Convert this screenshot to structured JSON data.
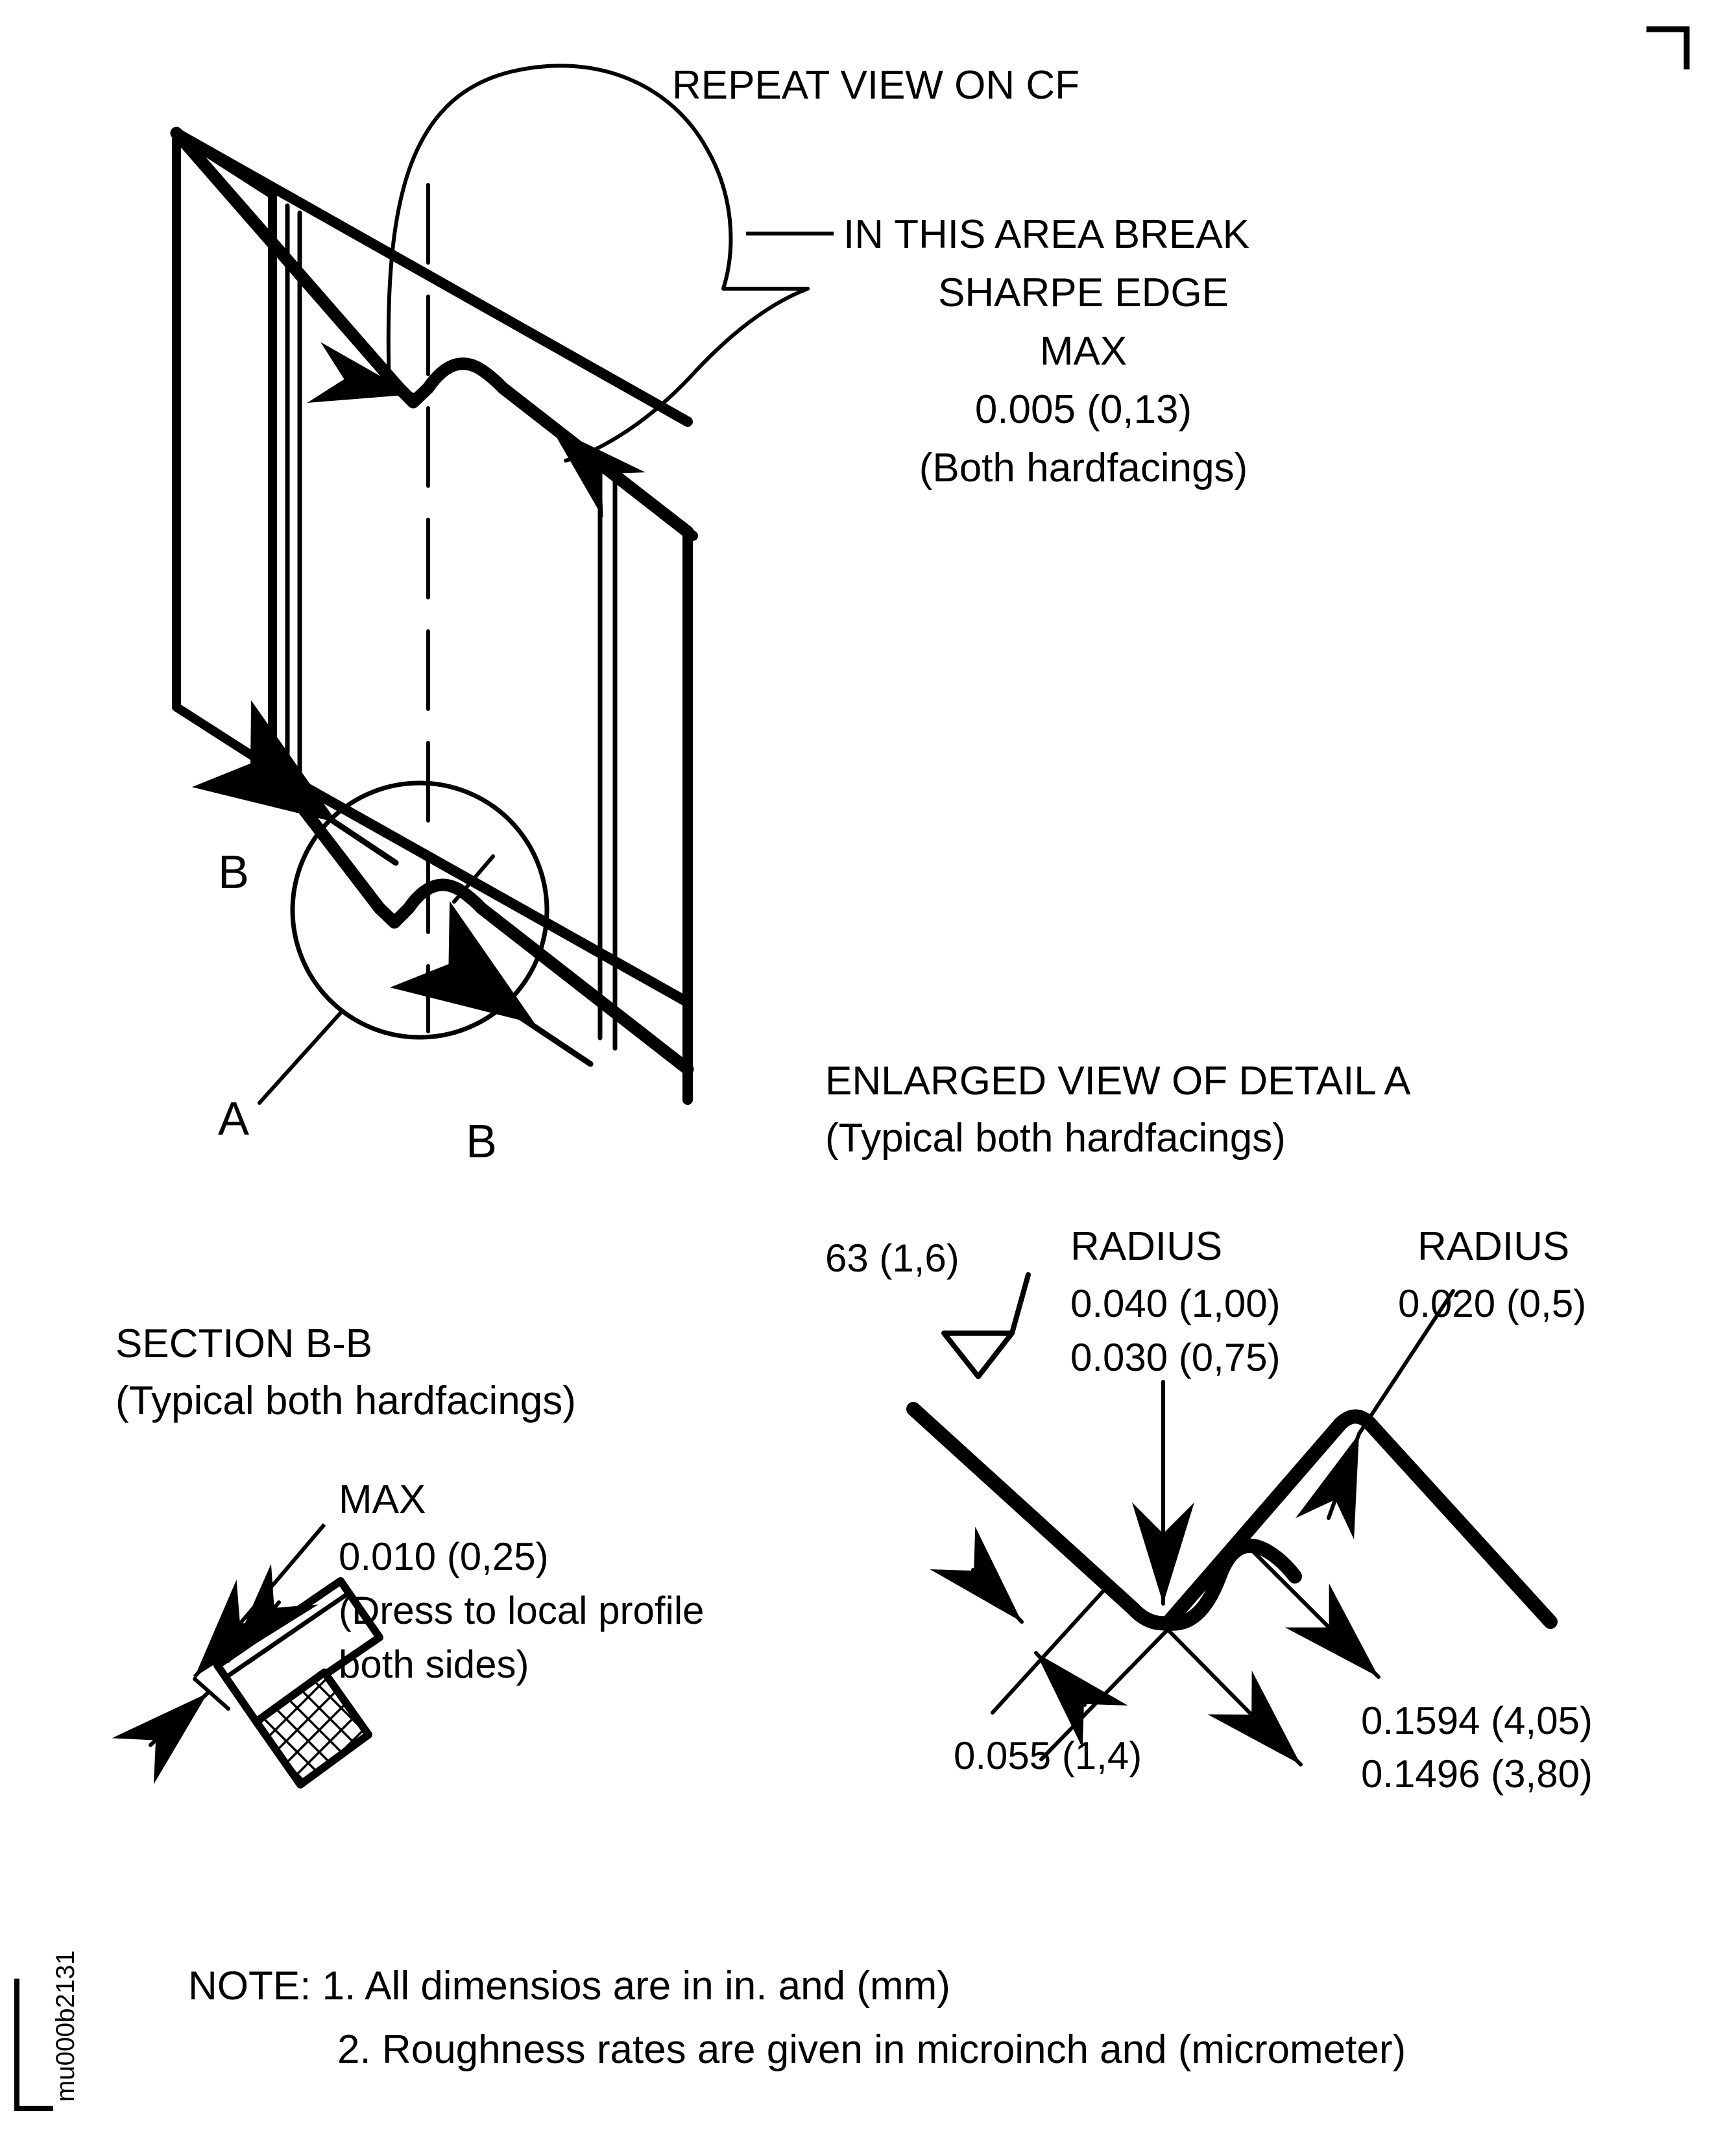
{
  "sheet": {
    "title": "REPEAT VIEW ON CF",
    "corner_mark": "crop-mark-top-right",
    "figure_code": "mu000b2131"
  },
  "callouts": {
    "break_edge": {
      "line1": "IN THIS AREA BREAK",
      "line2": "SHARPE EDGE",
      "line3": "MAX",
      "line4": "0.005 (0,13)",
      "line5": "(Both hardfacings)"
    }
  },
  "iso_view": {
    "detail_circle_label": "A",
    "section_arrow_upper_label": "B",
    "section_arrow_lower_label": "B"
  },
  "enlarged_view": {
    "title": "ENLARGED VIEW OF DETAIL A",
    "subtitle": "(Typical both hardfacings)",
    "surface_finish": "63 (1,6)",
    "radius_left_label": "RADIUS",
    "radius_left_value_1": "0.040 (1,00)",
    "radius_left_value_2": "0.030 (0,75)",
    "radius_right_label": "RADIUS",
    "radius_right_value": "0.020 (0,5)",
    "dim_left": "0.055 (1,4)",
    "dim_right_1": "0.1594 (4,05)",
    "dim_right_2": "0.1496 (3,80)"
  },
  "section_bb": {
    "title": "SECTION B-B",
    "subtitle": "(Typical both hardfacings)",
    "max_label": "MAX",
    "max_value": "0.010 (0,25)",
    "note_line1": "(Dress to local profile",
    "note_line2": "both sides)"
  },
  "notes": {
    "line1": "NOTE: 1. All dimensios are in in. and (mm)",
    "line2": "2. Roughness rates are given in microinch and (micrometer)"
  },
  "colors": {
    "ink": "#000000",
    "paper": "#ffffff"
  }
}
